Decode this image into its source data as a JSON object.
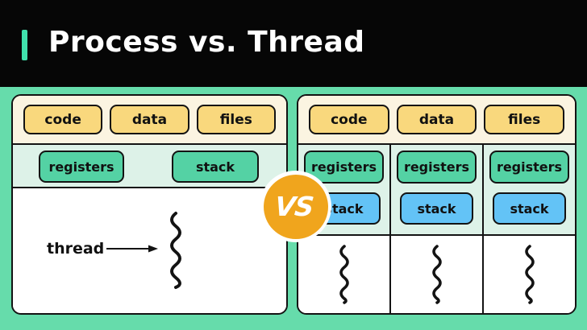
{
  "header": {
    "title": "Process vs. Thread"
  },
  "vs_badge": {
    "label": "VS"
  },
  "process_panel": {
    "sections": [
      "code",
      "data",
      "files"
    ],
    "registers_label": "registers",
    "stack_label": "stack",
    "thread_label": "thread"
  },
  "threads_panel": {
    "sections": [
      "code",
      "data",
      "files"
    ],
    "threads": [
      {
        "registers_label": "registers",
        "stack_label": "stack"
      },
      {
        "registers_label": "registers",
        "stack_label": "stack"
      },
      {
        "registers_label": "registers",
        "stack_label": "stack"
      }
    ]
  },
  "icons": {
    "thread_squiggle": "thread-squiggle-icon",
    "thread_arrow": "right-arrow-icon"
  },
  "colors": {
    "background": "#66dcab",
    "header_bg": "#060606",
    "accent_bar": "#40e2ac",
    "title_text": "#ffffff",
    "panel_cream": "#fbf4e1",
    "box_yellow": "#f9d87d",
    "row_mint": "#ddf2e8",
    "box_green": "#54d2a4",
    "box_blue": "#63c3f6",
    "vs_orange": "#f0a51d",
    "outline_black": "#131313"
  }
}
